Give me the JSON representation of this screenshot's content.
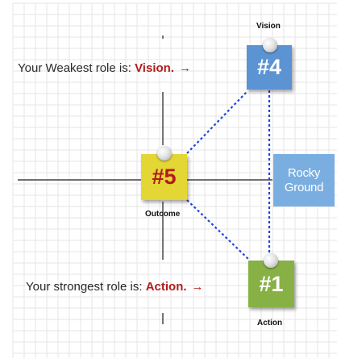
{
  "diagram": {
    "colors": {
      "grid": "#e6e6e6",
      "axis": "#1a1a1a",
      "connector": "#2244dd",
      "highlight": "#b11c1c",
      "vision_card": "#5b93d3",
      "outcome_card": "#e3d635",
      "action_card": "#87b145",
      "rocky_box": "#7aaee0"
    },
    "weakest": {
      "prefix": "Your Weakest role is: ",
      "role": "Vision.",
      "arrow": "→"
    },
    "strongest": {
      "prefix": "Your strongest role is: ",
      "role": "Action.",
      "arrow": "→"
    },
    "nodes": {
      "vision": {
        "label": "Vision",
        "number": "#4"
      },
      "outcome": {
        "label": "Outcome",
        "number": "#5"
      },
      "action": {
        "label": "Action",
        "number": "#1"
      }
    },
    "rocky": {
      "line1": "Rocky",
      "line2": "Ground"
    }
  }
}
